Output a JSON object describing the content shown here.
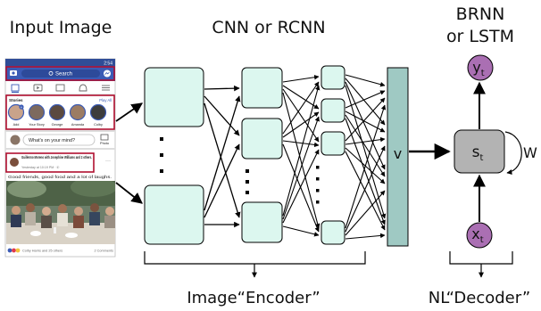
{
  "labels": {
    "input_image": "Input Image",
    "cnn": "CNN or RCNN",
    "brnn_line1": "BRNN",
    "brnn_line2": "or LSTM",
    "v": "v",
    "w": "W",
    "y": "y",
    "y_sub": "t",
    "s": "s",
    "s_sub": "t",
    "x": "x",
    "x_sub": "t",
    "encoder": "Image“Encoder”",
    "decoder": "NL“Decoder”"
  },
  "phone": {
    "status_time": "2:54",
    "search_placeholder": "Search",
    "stories_label": "Stories",
    "play_all": "Play All",
    "story_names": [
      "Add",
      "Your Story",
      "George",
      "Amanda",
      "Colby"
    ],
    "composer_prompt": "What's on your mind?",
    "photo_label": "Photo",
    "post_author": "Guillermo Moreno with Josephine Williams and 2 others.",
    "post_time": "Yesterday at 10:19 PM · ✆",
    "post_text": "Good friends, good food and a lot of laughs.",
    "reactions": "Colby Harris and 25 others",
    "comments": "2 Comments"
  },
  "colors": {
    "node_fill": "#dcf7ef",
    "v_fill": "#9fc9c3",
    "circle_fill": "#aa6fb3",
    "fb_blue": "#3b5bb5",
    "highlight_red": "#b01030"
  }
}
